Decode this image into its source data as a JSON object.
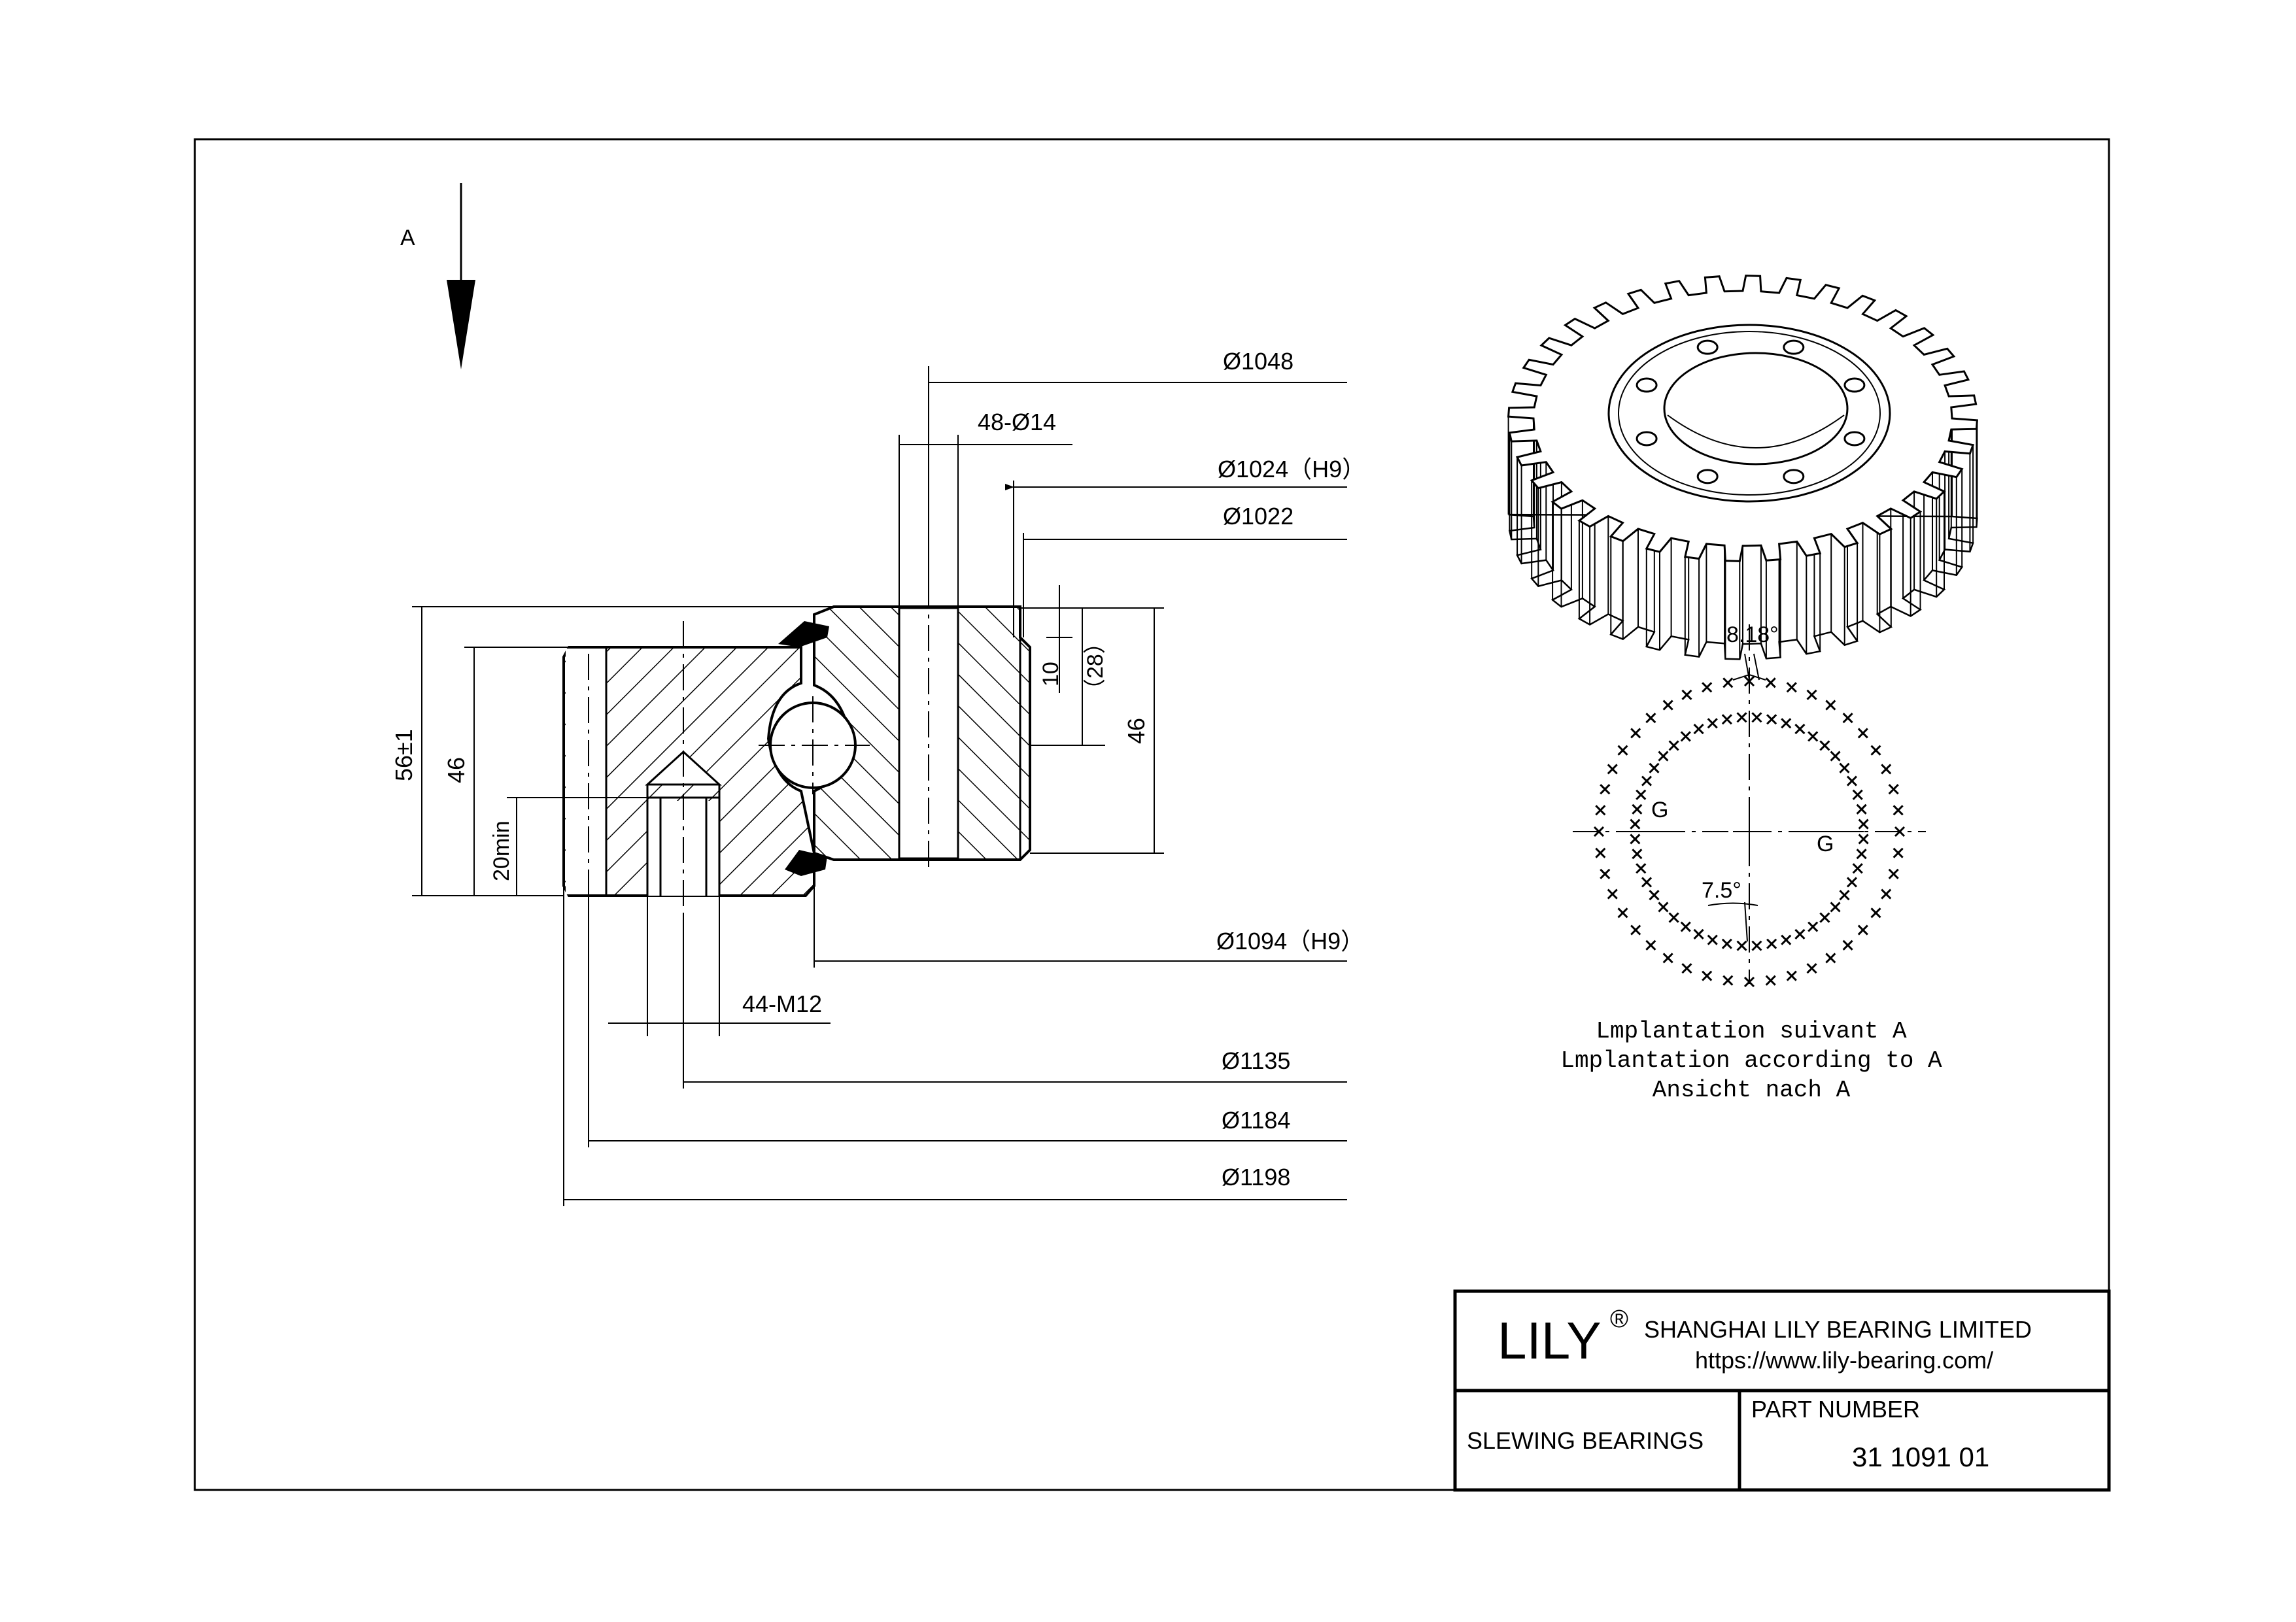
{
  "view_arrow_label": "A",
  "dimensions": {
    "d1048": "Ø1048",
    "holes": "48-Ø14",
    "d1024": "Ø1024（H9）",
    "d1022": "Ø1022",
    "d1094": "Ø1094（H9）",
    "threads": "44-M12",
    "d1135": "Ø1135",
    "d1184": "Ø1184",
    "d1198": "Ø1198",
    "height_total": "56±1",
    "height_outer": "46",
    "thread_depth": "20min",
    "height_inner": "46",
    "offset": "10",
    "offset_ref": "（28）"
  },
  "hole_view": {
    "angle_outer": "8.18°",
    "angle_inner": "7.5°",
    "mark_left": "G",
    "mark_right": "G",
    "caption_fr": "Lmplantation suivant A",
    "caption_en": "Lmplantation according to A",
    "caption_de": "Ansicht nach A"
  },
  "title_block": {
    "logo": "LILY",
    "registered": "®",
    "company": "SHANGHAI LILY BEARING LIMITED",
    "website": "https://www.lily-bearing.com/",
    "product_type": "SLEWING BEARINGS",
    "part_number_label": "PART  NUMBER",
    "part_number": "31 1091 01"
  },
  "gear_render": {
    "teeth": 36,
    "bolt_holes": 8
  },
  "pattern": {
    "outer_holes": 44,
    "inner_holes": 48
  }
}
